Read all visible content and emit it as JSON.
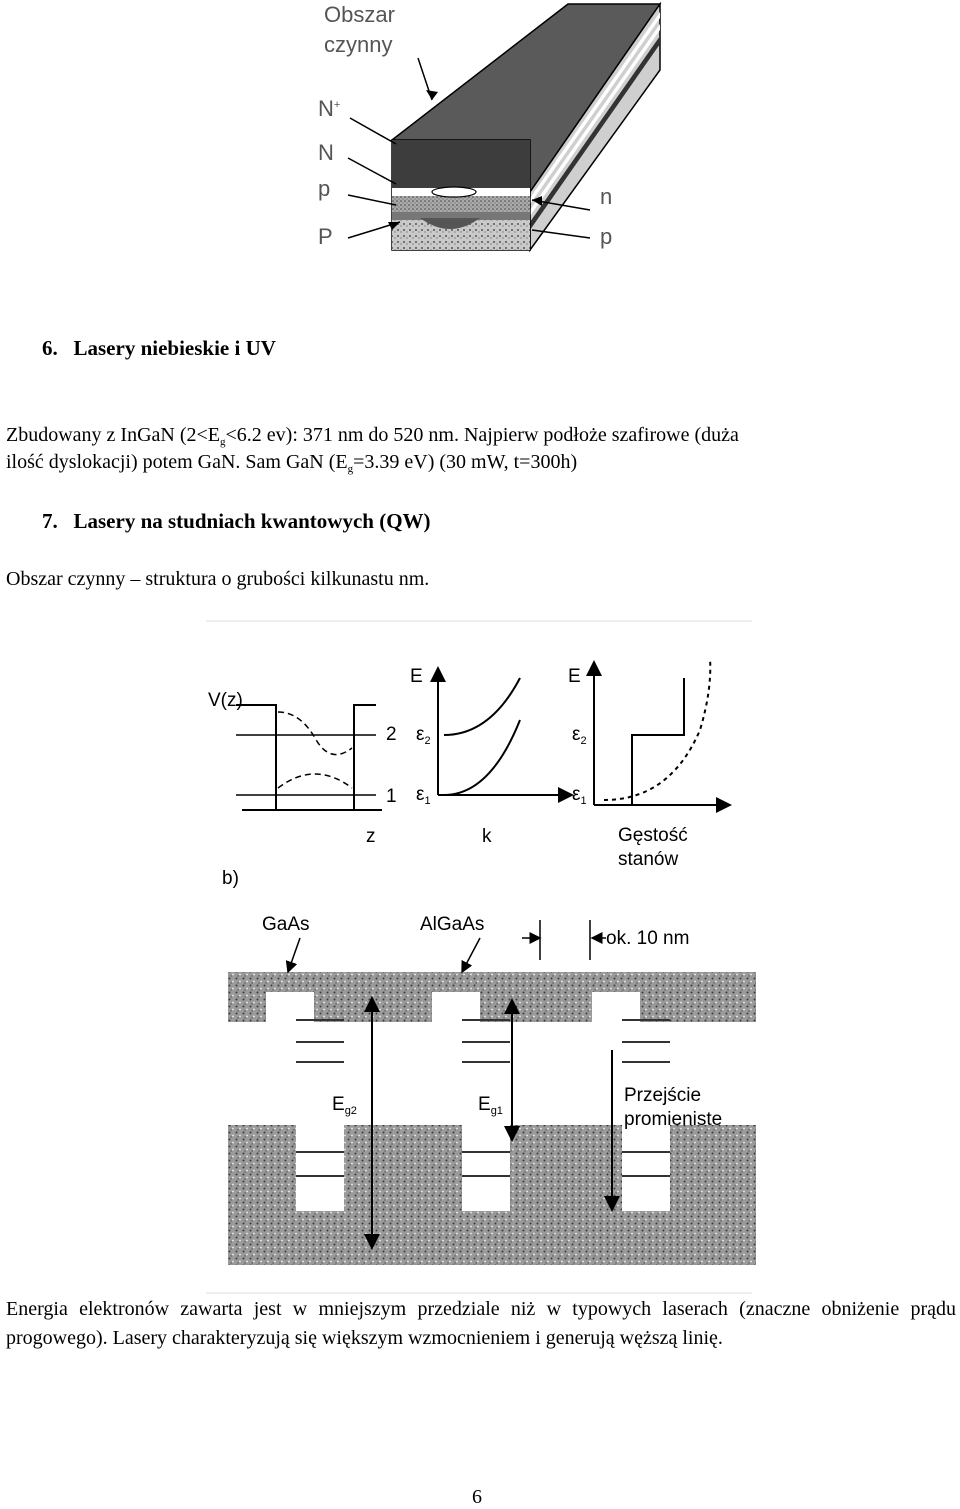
{
  "fig1": {
    "label_active": [
      "Obszar",
      "czynny"
    ],
    "label_Nplus": "N",
    "label_Nplus_sup": "+",
    "label_N": "N",
    "label_p_left": "p",
    "label_P": "P",
    "label_n": "n",
    "label_p_right": "p"
  },
  "section6": {
    "heading_num": "6.",
    "heading_text": "Lasery niebieskie i UV",
    "line1_a": "Zbudowany z InGaN (2<E",
    "line1_sub": "g",
    "line1_b": "<6.2 ev): 371 nm do 520 nm. Najpierw podłoże szafirowe (duża",
    "line2_a": "ilość dyslokacji) potem GaN. Sam GaN (E",
    "line2_sub": "g",
    "line2_b": "=3.39 eV) (30 mW, t=300h)"
  },
  "section7": {
    "heading_num": "7.",
    "heading_text": "Lasery na studniach kwantowych (QW)",
    "intro": "Obszar czynny – struktura o grubości kilkunastu nm."
  },
  "fig2": {
    "vz": "V(z)",
    "level2": "2",
    "level1": "1",
    "axis_z": "z",
    "axis_E_a": "E",
    "eps2_a": "ε",
    "eps2_a_sub": "2",
    "eps1_a": "ε",
    "eps1_a_sub": "1",
    "axis_k": "k",
    "axis_E_b": "E",
    "eps2_b": "ε",
    "eps2_b_sub": "2",
    "eps1_b": "ε",
    "eps1_b_sub": "1",
    "dos_1": "Gęstość",
    "dos_2": "stanów",
    "b_label": "b)",
    "gaas": "GaAs",
    "algaas": "AlGaAs",
    "ok10": "ok. 10 nm",
    "eg2": "E",
    "eg2_sub": "g2",
    "eg1": "E",
    "eg1_sub": "g1",
    "trans_1": "Przejście",
    "trans_2": "promieniste"
  },
  "closing": {
    "text": "Energia elektronów zawarta jest w mniejszym przedziale niż w typowych laserach (znaczne obniżenie prądu progowego). Lasery charakteryzują się większym wzmocnieniem i generują węższą linię."
  },
  "page_number": "6"
}
